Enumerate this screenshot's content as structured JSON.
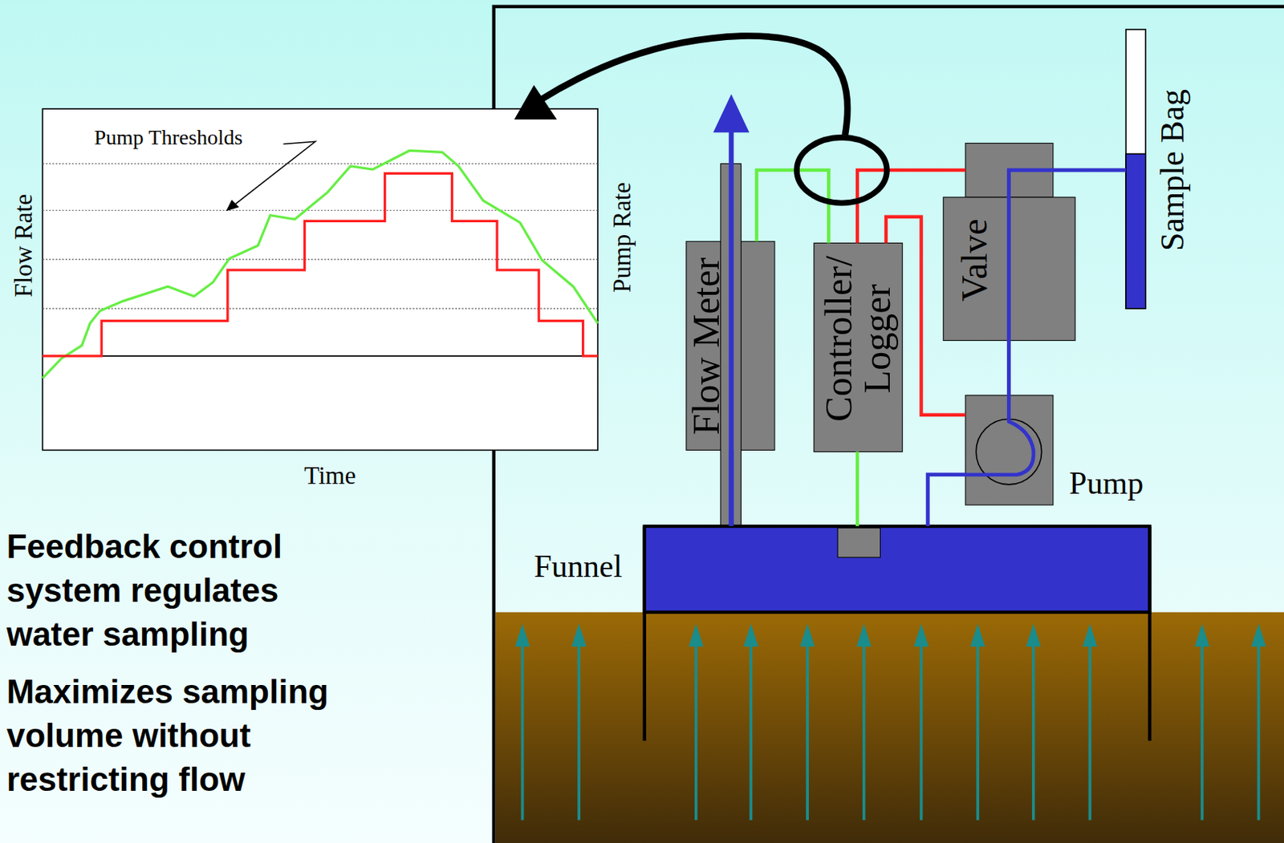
{
  "diagram": {
    "nodes": [
      {
        "text": [
          "Flow Meter"
        ]
      },
      {
        "text": [
          "Controller/ Logger"
        ]
      },
      {
        "text": [
          "Valve"
        ]
      },
      {
        "text": [
          "Pump"
        ]
      },
      {
        "text": [
          "Sample Bag"
        ]
      },
      {
        "text": [
          "Funnel"
        ]
      }
    ],
    "edges": [
      {
        "from": 5,
        "to": 0,
        "arrow": "none"
      },
      {
        "from": 0,
        "to": 1,
        "arrow": "none"
      },
      {
        "from": 1,
        "to": 2,
        "arrow": "none"
      },
      {
        "from": 1,
        "to": 3,
        "arrow": "none"
      },
      {
        "from": 1,
        "to": 5,
        "arrow": "none"
      },
      {
        "from": 5,
        "to": 3,
        "arrow": "none"
      },
      {
        "from": 3,
        "to": 4,
        "arrow": "none"
      }
    ],
    "labels": [
      "Pump Thresholds",
      "Flow Rate",
      "Pump Rate",
      "Time",
      "Feedback control system regulates water sampling",
      "Maximizes sampling volume without restricting flow"
    ]
  }
}
